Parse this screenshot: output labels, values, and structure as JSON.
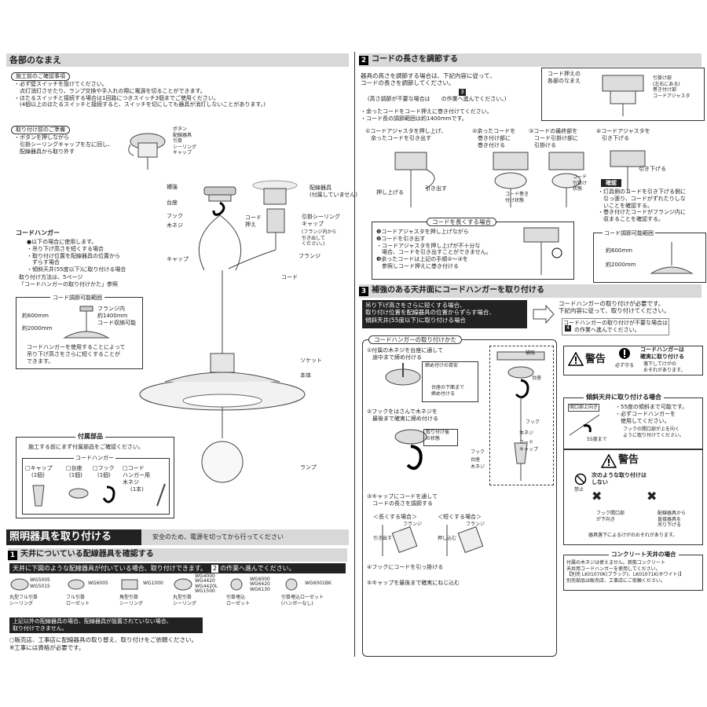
{
  "left": {
    "parts_title": "各部のなまえ",
    "pre_check_label": "施工前のご確認事項",
    "pre_check_text": "・必ず壁スイッチを設けてください。\n　点灯消灯させたり、ランプ交換や手入れの際に電源を切ることができます。\n・ほたるスイッチと接続する場合は1回路につきスイッチ3個までご使用ください。\n　(4個以上のほたるスイッチと接続すると、スイッチを切にしても器具が消灯しないことがあります。)",
    "prep_label": "取り付け前のご準備",
    "prep_text": "・ボタンを押しながら\n　引掛シーリングキャップを左に回し、\n　配線器具から取り外す",
    "prep_parts": "ボタン\n配線器具\n引掛\nシーリング\nキャップ",
    "labels": {
      "hokyo": "補強",
      "daiza": "台座",
      "fook": "フック",
      "mokuneji": "木ネジ",
      "cord_osae": "コード\n押え",
      "cap": "キャップ",
      "haisen": "配線器具\n(付属していません)",
      "hikkake": "引掛シーリング\nキャップ",
      "flange_note": "(フランジ内から\n引き出して\nください。)",
      "flange": "フランジ",
      "cord": "コード",
      "socket": "ソケット",
      "body": "本体",
      "lamp": "ランプ"
    },
    "cord_hanger_title": "コードハンガー",
    "cord_hanger_text": "●以下の場合に使用します。\n・吊り下げ高さを短くする場合\n・取り付け位置を配線器具の位置から\n　ずらす場合\n・傾斜天井(55度以下)に取り付ける場合",
    "cord_hanger_ref": "取り付け方法は、5ページ\n「コードハンガーの取り付けかた」参照",
    "range_title": "コード調節可能範囲",
    "range_flange": "フランジ内\n約1400mm\nコード収納可能",
    "range_600": "約600mm",
    "range_2000": "約2000mm",
    "range_note": "コードハンガーを使用することによって\n吊り下げ高さをさらに短くすることが\nできます。",
    "accessories_title": "付属部品",
    "accessories_note": "施工する前にまず付属部品をご確認ください。",
    "accessories_group": "コードハンガー",
    "accessories": [
      {
        "name": "□キャップ",
        "qty": "(1個)"
      },
      {
        "name": "□台座",
        "qty": "(1個)"
      },
      {
        "name": "□フック",
        "qty": "(1個)"
      },
      {
        "name": "□コード\nハンガー用\n木ネジ",
        "qty": "(1本)"
      }
    ],
    "install_title": "照明器具を取り付ける",
    "install_sub": "安全のため、電源を切ってから行ってください",
    "step1_title": "天井についている配線器具を確認する",
    "step1_bar": "天井に下図のような配線器具が付いている場合、取り付けできます。",
    "step1_bar_right": "の作業へ進んでください。",
    "step1_bar_num": "2",
    "fixtures": [
      {
        "code": "WG5005\nWG5015",
        "name": "丸型フル引掛\nシーリング"
      },
      {
        "code": "WG6005",
        "name": "フル引掛\nローゼット"
      },
      {
        "code": "WG1000",
        "name": "角型引掛\nシーリング"
      },
      {
        "code": "WG4000\nWG4420\nWG4420L\nWG1500",
        "name": "丸型引掛\nシーリング"
      },
      {
        "code": "WG6000\nWG6420\nWG6130",
        "name": "引掛埋込\nローゼット"
      },
      {
        "code": "WG6001BK",
        "name": "引掛埋込ローゼット\n(ハンガーなし)"
      }
    ],
    "other_fixture_note": "上記以外の配線器具の場合、配線器具が設置されていない場合、\n取り付けできません。",
    "dealer_note": "○販売店、工事店に配線器具の取り替え、取り付けをご依頼ください。",
    "license_note": "※工事には資格が必要です。",
    "step1_num": "1"
  },
  "right": {
    "step2_num": "2",
    "step2_title": "コードの長さを調節する",
    "step2_intro": "器具の高さを調節する場合は、下記内容に従って、\nコードの長さを調節してください。",
    "step2_skip": "(高さ調節が不要な場合は　　の作業へ進んでください。)",
    "step2_skip_num": "3",
    "step2_notes": "・余ったコードをコード押えに巻き付けてください。\n・コード長の調節範囲は約1400mmです。",
    "top_fig_title": "コード押えの\n各部のなまえ",
    "top_fig_labels": "引掛け部\n(左右にある)\n巻き付け部\nコードアジャスタ",
    "steps": [
      "①コードアジャスタを押し上げ、\n　余ったコードを引き出す",
      "②余ったコードを\n　巻き付け部に\n　巻き付ける",
      "③コードの最終部を\n　コード引掛け部に\n　引掛ける",
      "④コードアジャスタを\n　引き下げる"
    ],
    "push_label": "押し上げる",
    "pull_label": "引き出す",
    "wound_label": "コード巻き\n付け状態",
    "hooked_label": "コード\n引掛け\n状態",
    "pulldown_label": "引き下げる",
    "confirm_title": "確認",
    "confirm_text": "・灯具側のコードを引き下げる側に\n　引っ張り、コードがずれたりしな\n　いことを確認する。\n・巻き付けたコードがフランジ内に\n　収まることを確認する。",
    "long_title": "コードを長くする場合",
    "long_text": "❶コードアジャスタを押し上げながら\n❷コードを引き出す\n・コードアジャスタを押し上げが不十分な\n　場合、コードを引き出すことができません。\n❸余ったコードは上記の手順②〜③を\n　参照しコード押えに巻き付ける",
    "range2_title": "コード調節可能範囲",
    "range2_600": "約600mm",
    "range2_2000": "約2000mm",
    "step3_num": "3",
    "step3_title": "補強のある天井面にコードハンガーを取り付ける",
    "step3_dark": "吊り下げ高さをさらに短くする場合、\n取り付け位置を配線器具の位置からずらす場合、\n傾斜天井(55度以下)に取り付ける場合",
    "step3_right": "コードハンガーの取り付けが必要です。\n下記内容に従って、取り付けてください。",
    "step3_right_note": "コードハンガーの取り付けが不要な場合は\n　　の作業へ進んでください。",
    "step3_right_num": "4",
    "how_title": "コードハンガーの取り付けかた",
    "how_steps": [
      "①付属の木ネジを台座に通して\n　途中まで締め付ける",
      "②フックをはさんで木ネジを\n　最後まで確実に締め付ける",
      "③キャップにコードを通して\n　コードの長さを調節する",
      "④フックにコードを引っ掛ける",
      "⑤キャップを最後まで確実にねじ込む"
    ],
    "tighten_label": "締め付けの目安",
    "tighten_note": "台座の下面まで\n締め付ける",
    "after_label": "取り付け後\nの状態",
    "fook_label": "フック",
    "daiza_label": "台座",
    "mokuneji_label": "木ネジ",
    "hokyo_label": "補強",
    "cord_label": "コード",
    "cap_label": "キャップ",
    "long_case": "＜長くする場合＞",
    "short_case": "＜短くする場合＞",
    "flange_label": "フランジ",
    "pull_out": "引き出す",
    "push_in": "押し込む",
    "warning_label": "警告",
    "must_label": "必ず守る",
    "warning_text": "コードハンガーは\n確実に取り付ける",
    "warning_sub": "落下してけがの\nおそれがあります。",
    "slope_title": "傾斜天井に取り付ける場合",
    "slope_opening": "開口部上向き",
    "slope_text": "・55度の傾斜まで可能です。\n・必ずコードハンガーを\n　使用してください。",
    "slope_text2": "フックの開口部が上を向く\nように取り付けてください。",
    "slope_deg": "55度まで",
    "warning2_label": "警告",
    "prohibited": "禁止",
    "warning2_text": "次のような取り付けは\nしない",
    "bad1": "フック開口部\nが下向き",
    "bad2": "配線器具から\n直接器具を\n吊り下げる",
    "warning2_sub": "器具落下によるけがのおそれがあります。",
    "concrete_title": "コンクリート天井の場合",
    "concrete_text": "付属の木ネジは使えません。鉄筋コンクリート\n天井用コードハンガーを使用してください。\n【別売 LK01070K(ブラック)、LK01071K(ホワイト)】\n別売部品は販売店、工事店にご依頼ください。"
  }
}
